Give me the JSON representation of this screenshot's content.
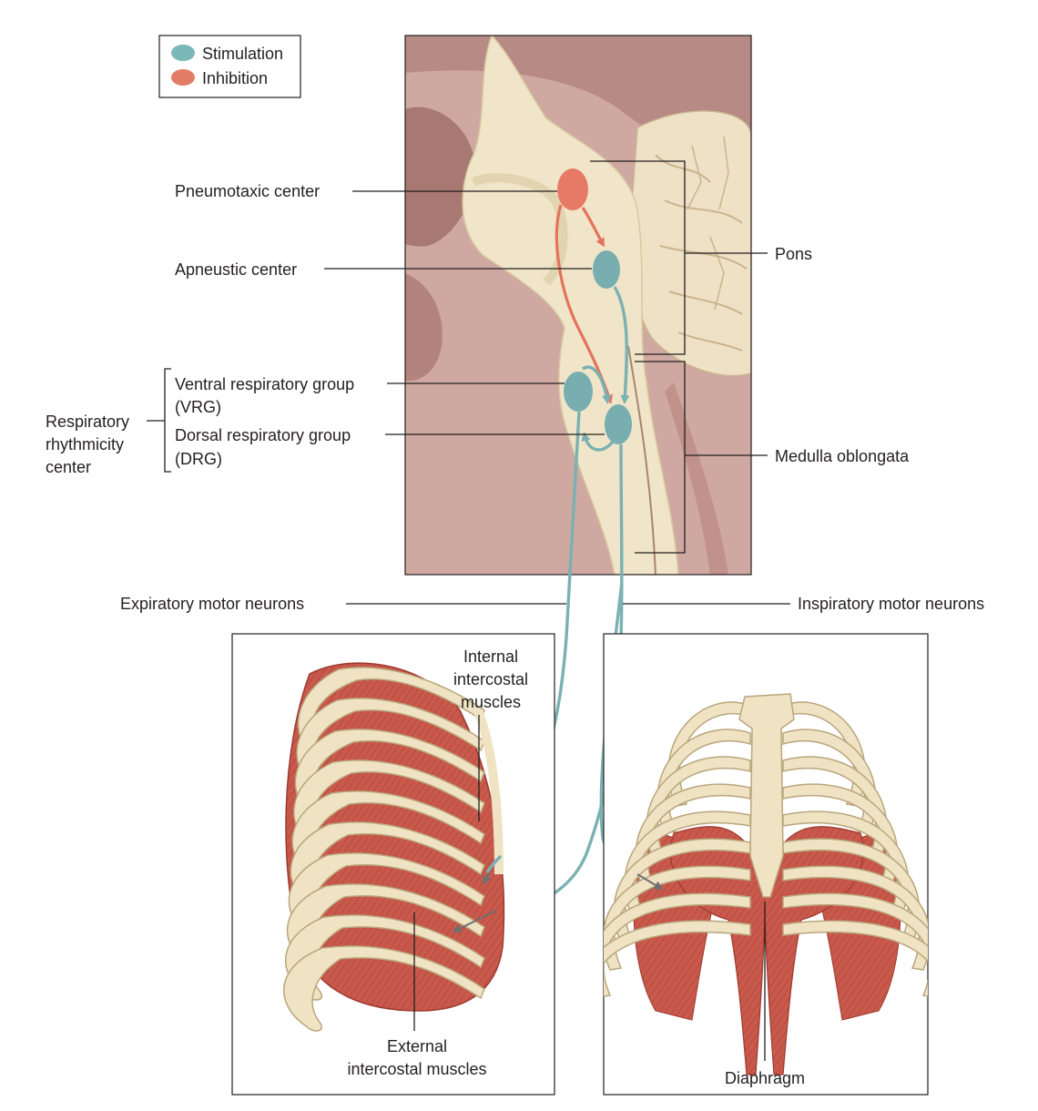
{
  "legend": {
    "stimulation": {
      "label": "Stimulation",
      "color": "#7ab8b9"
    },
    "inhibition": {
      "label": "Inhibition",
      "color": "#e27d67"
    }
  },
  "brainstem": {
    "pneumotaxic": "Pneumotaxic center",
    "apneustic": "Apneustic center",
    "pons": "Pons",
    "vrg_line1": "Ventral respiratory group",
    "vrg_line2": "(VRG)",
    "drg_line1": "Dorsal respiratory group",
    "drg_line2": "(DRG)",
    "rrc_line1": "Respiratory",
    "rrc_line2": "rhythmicity",
    "rrc_line3": "center",
    "medulla": "Medulla oblongata"
  },
  "neurons": {
    "expiratory": "Expiratory motor neurons",
    "inspiratory": "Inspiratory motor neurons"
  },
  "ribcage_side": {
    "internal_line1": "Internal",
    "internal_line2": "intercostal",
    "internal_line3": "muscles",
    "external_line1": "External",
    "external_line2": "intercostal muscles"
  },
  "ribcage_front": {
    "diaphragm": "Diaphragm"
  },
  "colors": {
    "stimulation_path": "#7ab1b2",
    "inhibition_path": "#e4735c",
    "tissue": "#f0e5c8",
    "muscle": "#c8584a"
  }
}
